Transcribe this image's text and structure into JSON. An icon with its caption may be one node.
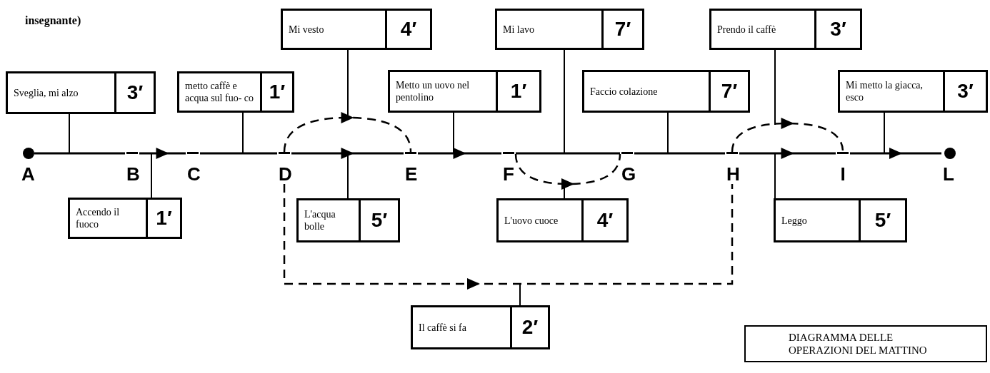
{
  "diagram": {
    "caption": "DIAGRAMMA DELLE OPERAZIONI DEL MATTINO",
    "nodes": [
      {
        "text": [
          "A"
        ]
      },
      {
        "text": [
          "B"
        ]
      },
      {
        "text": [
          "C"
        ]
      },
      {
        "text": [
          "D"
        ]
      },
      {
        "text": [
          "E"
        ]
      },
      {
        "text": [
          "F"
        ]
      },
      {
        "text": [
          "G"
        ]
      },
      {
        "text": [
          "H"
        ]
      },
      {
        "text": [
          "I"
        ]
      },
      {
        "text": [
          "L"
        ]
      },
      {
        "text": [
          "Sveglia, mi alzo",
          "3′"
        ]
      },
      {
        "text": [
          "Accendo il fuoco",
          "1′"
        ]
      },
      {
        "text": [
          "metto caffè e acqua sul fuo- co",
          "1′"
        ]
      },
      {
        "text": [
          "Mi vesto",
          "4′"
        ]
      },
      {
        "text": [
          "L'acqua bolle",
          "5′"
        ]
      },
      {
        "text": [
          "Metto un uovo nel pentolino",
          "1′"
        ]
      },
      {
        "text": [
          "Mi lavo",
          "7′"
        ]
      },
      {
        "text": [
          "L'uovo cuoce",
          "4′"
        ]
      },
      {
        "text": [
          "Faccio colazione",
          "7′"
        ]
      },
      {
        "text": [
          "Prendo il caffè",
          "3′"
        ]
      },
      {
        "text": [
          "Leggo",
          "5′"
        ]
      },
      {
        "text": [
          "Mi metto la giacca, esco",
          "3′"
        ]
      },
      {
        "text": [
          "Il caffè si fa",
          "2′"
        ]
      }
    ],
    "edges": [
      {
        "from": 0,
        "to": 1,
        "arrow": "none"
      },
      {
        "from": 1,
        "to": 2,
        "arrow": "to"
      },
      {
        "from": 2,
        "to": 3,
        "arrow": "none"
      },
      {
        "from": 3,
        "to": 4,
        "arrow": "to"
      },
      {
        "from": 4,
        "to": 5,
        "arrow": "to"
      },
      {
        "from": 5,
        "to": 6,
        "arrow": "none"
      },
      {
        "from": 6,
        "to": 7,
        "arrow": "none"
      },
      {
        "from": 7,
        "to": 8,
        "arrow": "to"
      },
      {
        "from": 8,
        "to": 9,
        "arrow": "to"
      },
      {
        "from": 3,
        "to": 4,
        "arrow": "to",
        "style": "dashed"
      },
      {
        "from": 5,
        "to": 6,
        "arrow": "to",
        "style": "dashed"
      },
      {
        "from": 7,
        "to": 8,
        "arrow": "to",
        "style": "dashed"
      },
      {
        "from": 3,
        "to": 7,
        "arrow": "to",
        "style": "dashed"
      },
      {
        "from": 10,
        "to": null,
        "arrow": "none"
      },
      {
        "from": 11,
        "to": null,
        "arrow": "none"
      },
      {
        "from": 12,
        "to": null,
        "arrow": "none"
      },
      {
        "from": 13,
        "to": null,
        "arrow": "none"
      },
      {
        "from": 14,
        "to": null,
        "arrow": "none"
      },
      {
        "from": 15,
        "to": null,
        "arrow": "none"
      },
      {
        "from": 16,
        "to": null,
        "arrow": "none"
      },
      {
        "from": 17,
        "to": null,
        "arrow": "none"
      },
      {
        "from": 18,
        "to": null,
        "arrow": "none"
      },
      {
        "from": 19,
        "to": null,
        "arrow": "none"
      },
      {
        "from": 20,
        "to": null,
        "arrow": "none"
      },
      {
        "from": 21,
        "to": null,
        "arrow": "none"
      },
      {
        "from": 22,
        "to": null,
        "arrow": "none"
      }
    ],
    "labels": [
      "insegnante)"
    ]
  }
}
